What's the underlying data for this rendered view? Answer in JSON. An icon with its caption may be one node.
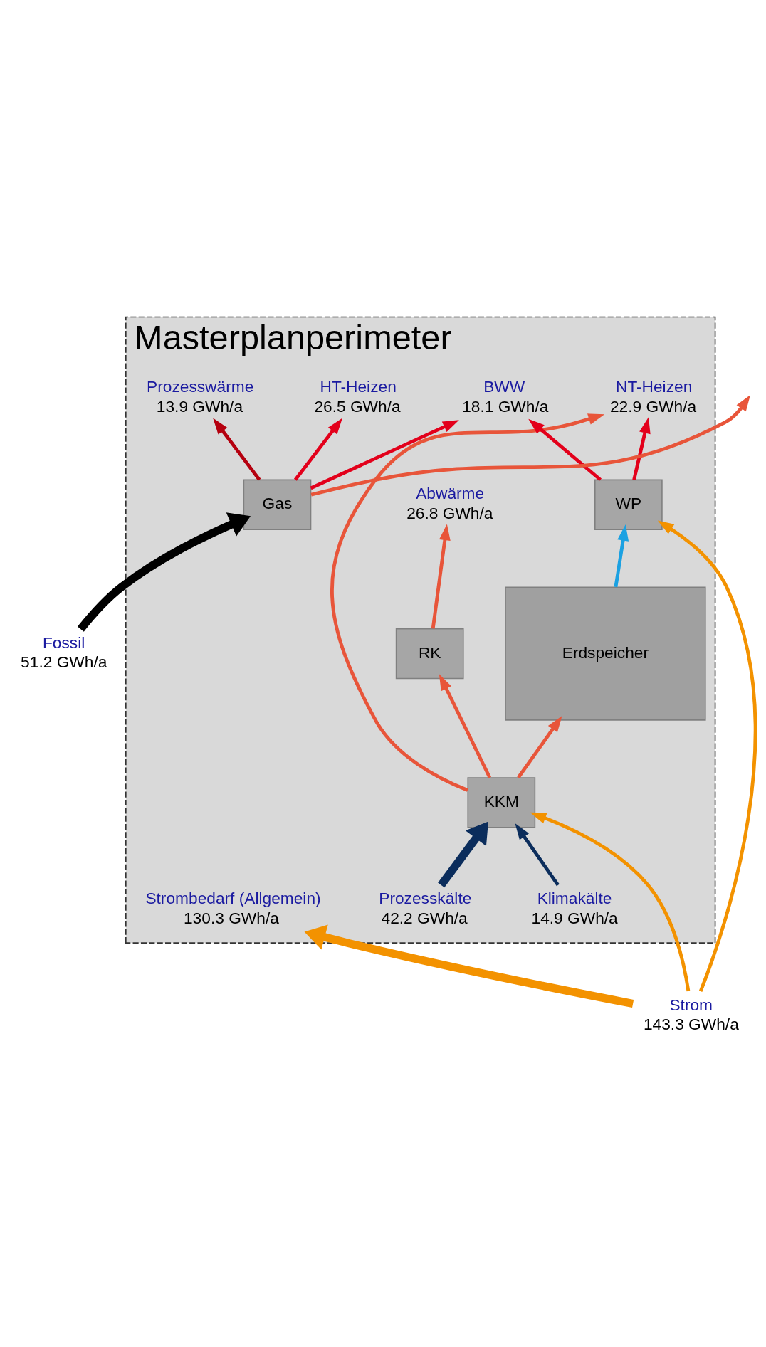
{
  "diagram": {
    "nodes": [
      {
        "text": [
          "Masterplanperimeter"
        ]
      },
      {
        "text": [
          "Klimakälte",
          "14.9 GWh/a"
        ],
        "in": 0
      },
      {
        "text": [
          "Prozesskälte",
          "42.2 GWh/a"
        ],
        "in": 0
      },
      {
        "text": [
          "Abwärme",
          "26.8 GWh/a"
        ],
        "in": 0
      },
      {
        "text": [
          "NT-Heizen",
          "22.9 GWh/a"
        ],
        "in": 0
      },
      {
        "text": [
          "HT-Heizen",
          "26.5 GWh/a"
        ],
        "in": 0
      },
      {
        "text": [
          "BWW",
          "18.1 GWh/a"
        ],
        "in": 0
      },
      {
        "text": [
          "Prozesswärme",
          "13.9 GWh/a"
        ],
        "in": 0
      },
      {
        "text": [
          "Strombedarf (Allgemein)",
          "130.3 GWh/a"
        ],
        "in": 0
      },
      {
        "text": [
          "RK"
        ],
        "in": 0
      },
      {
        "text": [
          "KKM"
        ],
        "in": 0
      },
      {
        "text": [
          "WP"
        ],
        "in": 0
      },
      {
        "text": [
          "Gas"
        ],
        "in": 0
      },
      {
        "text": [
          "Erdspeicher"
        ],
        "in": 0
      },
      {
        "text": [
          "Fossil",
          "51.2 GWh/a"
        ]
      },
      {
        "text": [
          "Strom",
          "143.3 GWh/a"
        ]
      }
    ],
    "edges": [
      {
        "from": 15,
        "to": 8,
        "arrow": "to",
        "style": "thick",
        "color": "#f39200"
      },
      {
        "from": 15,
        "to": 10,
        "arrow": "to",
        "color": "#f39200"
      },
      {
        "from": 15,
        "to": 11,
        "arrow": "to",
        "color": "#f39200"
      },
      {
        "from": 14,
        "to": 12,
        "arrow": "to",
        "style": "thick",
        "color": "#000000"
      },
      {
        "from": 13,
        "to": 11,
        "arrow": "to",
        "color": "#1ba1e2"
      },
      {
        "from": 1,
        "to": 10,
        "arrow": "to",
        "color": "#0b2d5c"
      },
      {
        "from": 2,
        "to": 10,
        "arrow": "to",
        "style": "thick",
        "color": "#0b2d5c"
      },
      {
        "from": 10,
        "to": 9,
        "arrow": "to"
      },
      {
        "from": 9,
        "to": 3,
        "arrow": "to"
      },
      {
        "from": 10,
        "to": 4,
        "arrow": "to"
      },
      {
        "from": 10,
        "to": 13,
        "arrow": "to"
      },
      {
        "from": 11,
        "to": 4,
        "arrow": "to",
        "color": "#e3001b"
      },
      {
        "from": 11,
        "to": 6,
        "arrow": "to",
        "color": "#e3001b"
      },
      {
        "from": 12,
        "to": 5,
        "arrow": "to",
        "color": "#e3001b"
      },
      {
        "from": 12,
        "to": 6,
        "arrow": "to",
        "color": "#e3001b"
      },
      {
        "from": 12,
        "to": 7,
        "arrow": "to",
        "color": "#b5000f"
      },
      {
        "from": 12,
        "to": null,
        "arrow": "to"
      }
    ]
  }
}
